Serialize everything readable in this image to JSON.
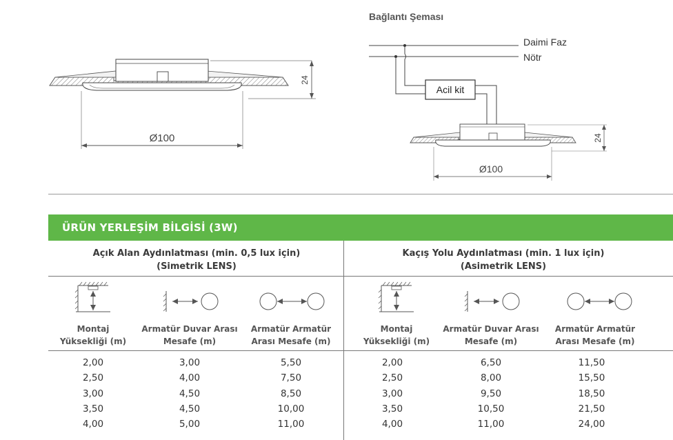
{
  "diagram": {
    "wiring_title": "Bağlantı Şeması",
    "line_labels": [
      "Daimi Faz",
      "Nötr"
    ],
    "kit_label": "Acil kit",
    "left_height": "24",
    "left_diameter": "Ø100",
    "right_height": "24",
    "right_diameter": "Ø100"
  },
  "table": {
    "title": "ÜRÜN YERLEŞİM BİLGİSİ (3W)",
    "sections": [
      {
        "title_line1": "Açık Alan Aydınlatması (min. 0,5 lux için)",
        "title_line2": "(Simetrik LENS)",
        "columns": [
          {
            "line1": "Montaj",
            "line2": "Yüksekliği (m)",
            "icon": "mounting-height-icon"
          },
          {
            "line1": "Armatür Duvar Arası",
            "line2": "Mesafe (m)",
            "icon": "wall-distance-icon"
          },
          {
            "line1": "Armatür Armatür",
            "line2": "Arası Mesafe (m)",
            "icon": "luminaire-distance-icon"
          }
        ],
        "rows": [
          [
            "2,00",
            "3,00",
            "5,50"
          ],
          [
            "2,50",
            "4,00",
            "7,50"
          ],
          [
            "3,00",
            "4,50",
            "8,50"
          ],
          [
            "3,50",
            "4,50",
            "10,00"
          ],
          [
            "4,00",
            "5,00",
            "11,00"
          ]
        ]
      },
      {
        "title_line1": "Kaçış Yolu Aydınlatması (min. 1 lux için)",
        "title_line2": "(Asimetrik LENS)",
        "columns": [
          {
            "line1": "Montaj",
            "line2": "Yüksekliği (m)",
            "icon": "mounting-height-icon"
          },
          {
            "line1": "Armatür Duvar Arası",
            "line2": "Mesafe (m)",
            "icon": "wall-distance-icon"
          },
          {
            "line1": "Armatür Armatür",
            "line2": "Arası Mesafe (m)",
            "icon": "luminaire-distance-icon"
          }
        ],
        "rows": [
          [
            "2,00",
            "6,50",
            "11,50"
          ],
          [
            "2,50",
            "8,00",
            "15,50"
          ],
          [
            "3,00",
            "9,50",
            "18,50"
          ],
          [
            "3,50",
            "10,50",
            "21,50"
          ],
          [
            "4,00",
            "11,00",
            "24,00"
          ]
        ]
      }
    ]
  },
  "colors": {
    "banner": "#5fb748",
    "text": "#3a3a3a"
  }
}
